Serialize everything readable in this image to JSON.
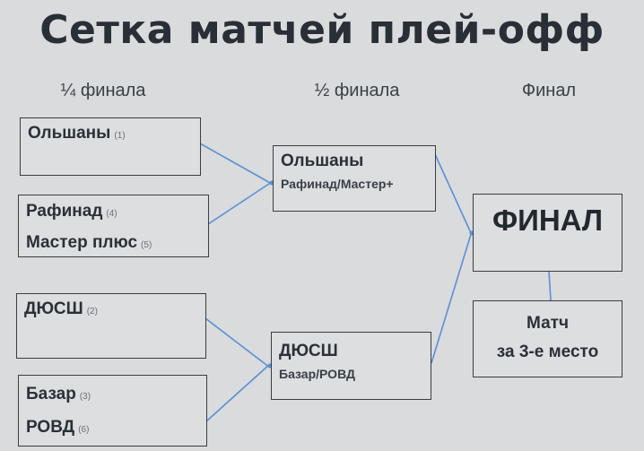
{
  "title": "Сетка матчей плей-офф",
  "rounds": {
    "quarter": "¼ финала",
    "semi": "½ финала",
    "final": "Финал"
  },
  "quarterfinals": [
    {
      "teams": [
        {
          "name": "Ольшаны",
          "seed": "(1)"
        }
      ]
    },
    {
      "teams": [
        {
          "name": "Рафинад",
          "seed": "(4)"
        },
        {
          "name": "Мастер плюс",
          "seed": "(5)"
        }
      ]
    },
    {
      "teams": [
        {
          "name": "ДЮСШ",
          "seed": "(2)"
        }
      ]
    },
    {
      "teams": [
        {
          "name": "Базар",
          "seed": "(3)"
        },
        {
          "name": "РОВД",
          "seed": "(6)"
        }
      ]
    }
  ],
  "semifinals": [
    {
      "team": "Ольшаны",
      "opponent": "Рафинад/Мастер+"
    },
    {
      "team": "ДЮСШ",
      "opponent": "Базар/РОВД"
    }
  ],
  "final": {
    "label": "ФИНАЛ"
  },
  "third_place": {
    "line1": "Матч",
    "line2": "за 3-е место"
  },
  "colors": {
    "connector": "#5b8fd6",
    "border": "#3a3d42",
    "background": "#d9dbdc"
  }
}
